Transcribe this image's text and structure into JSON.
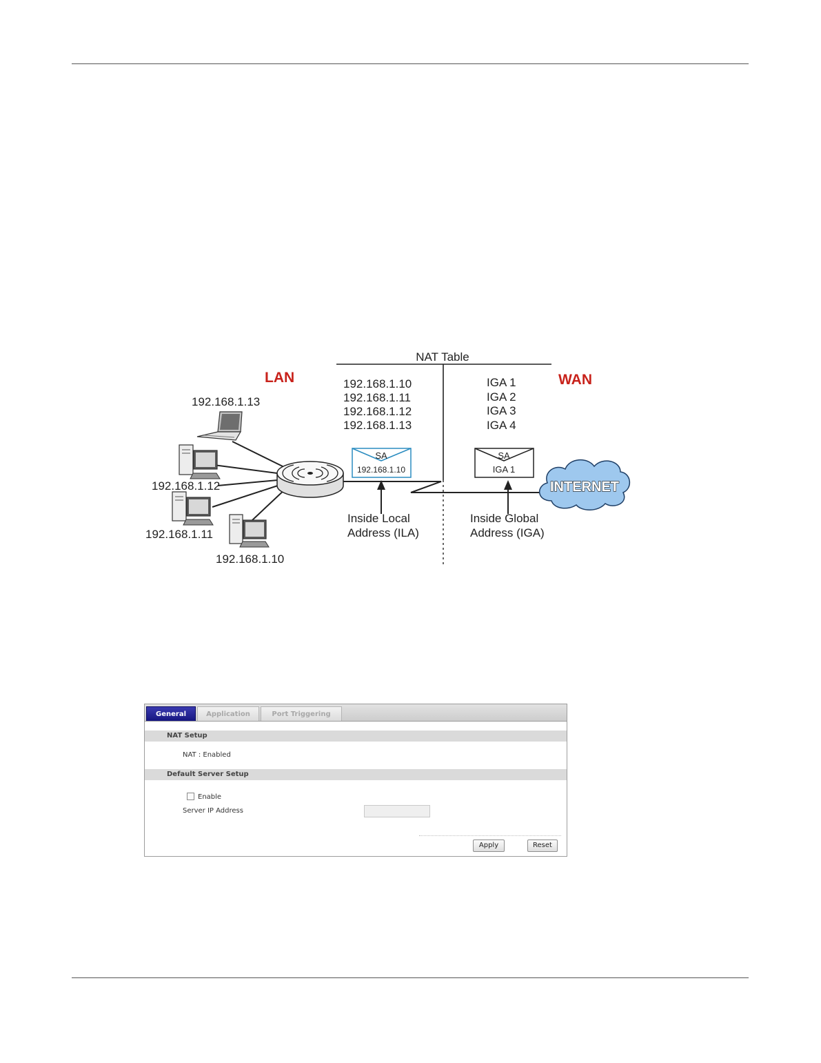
{
  "diagram": {
    "lan_label": "LAN",
    "wan_label": "WAN",
    "nat_table": {
      "title": "NAT Table",
      "local_addresses": [
        "192.168.1.10",
        "192.168.1.11",
        "192.168.1.12",
        "192.168.1.13"
      ],
      "global_addresses": [
        "IGA 1",
        "IGA 2",
        "IGA 3",
        "IGA 4"
      ]
    },
    "hosts": [
      "192.168.1.13",
      "192.168.1.12",
      "192.168.1.11",
      "192.168.1.10"
    ],
    "local_packet": {
      "header": "SA",
      "address": "192.168.1.10"
    },
    "global_packet": {
      "header": "SA",
      "address": "IGA 1"
    },
    "ila_label": [
      "Inside Local",
      "Address (ILA)"
    ],
    "iga_label": [
      "Inside Global",
      "Address (IGA)"
    ],
    "internet_label": "INTERNET",
    "colors": {
      "lan_wan_red": "#c8221b",
      "local_packet_border": "#2a8cc0",
      "cloud_fill": "#9ec8ee"
    }
  },
  "nat_ui": {
    "tabs": [
      {
        "label": "General",
        "active": true
      },
      {
        "label": "Application",
        "active": false
      },
      {
        "label": "Port Triggering",
        "active": false
      }
    ],
    "nat_setup": {
      "heading": "NAT Setup",
      "status": "NAT : Enabled"
    },
    "default_server": {
      "heading": "Default Server Setup",
      "enable_label": "Enable",
      "enable_checked": false,
      "server_ip_label": "Server IP Address",
      "server_ip_value": ""
    },
    "buttons": {
      "apply": "Apply",
      "reset": "Reset"
    },
    "colors": {
      "active_tab": "#1e1e8c",
      "section_bg": "#dadada"
    }
  }
}
